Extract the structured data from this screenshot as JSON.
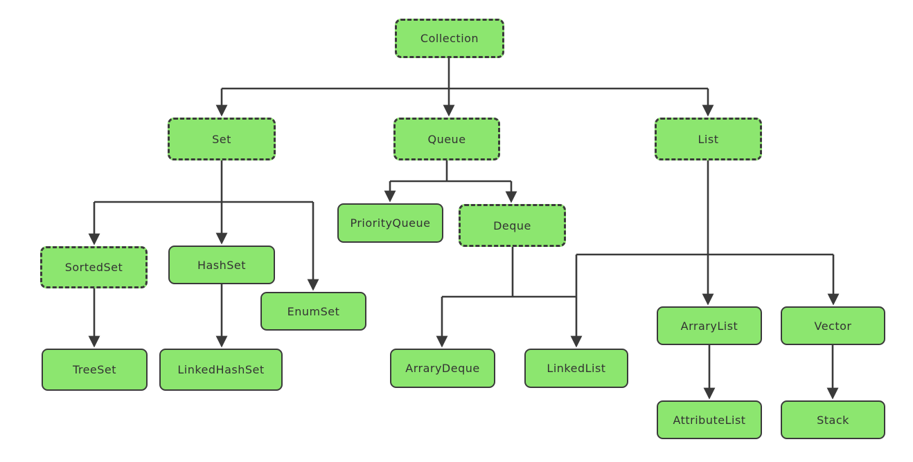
{
  "diagram": {
    "type": "hierarchy",
    "nodes": [
      {
        "id": "collection",
        "label": "Collection",
        "kind": "interface"
      },
      {
        "id": "set",
        "label": "Set",
        "kind": "interface"
      },
      {
        "id": "queue",
        "label": "Queue",
        "kind": "interface"
      },
      {
        "id": "list",
        "label": "List",
        "kind": "interface"
      },
      {
        "id": "priorityqueue",
        "label": "PriorityQueue",
        "kind": "class"
      },
      {
        "id": "deque",
        "label": "Deque",
        "kind": "interface"
      },
      {
        "id": "sortedset",
        "label": "SortedSet",
        "kind": "interface"
      },
      {
        "id": "hashset",
        "label": "HashSet",
        "kind": "class"
      },
      {
        "id": "enumset",
        "label": "EnumSet",
        "kind": "class"
      },
      {
        "id": "treeset",
        "label": "TreeSet",
        "kind": "class"
      },
      {
        "id": "linkedhashset",
        "label": "LinkedHashSet",
        "kind": "class"
      },
      {
        "id": "arrarydeque",
        "label": "ArraryDeque",
        "kind": "class"
      },
      {
        "id": "linkedlist",
        "label": "LinkedList",
        "kind": "class"
      },
      {
        "id": "arrarylist",
        "label": "ArraryList",
        "kind": "class"
      },
      {
        "id": "vector",
        "label": "Vector",
        "kind": "class"
      },
      {
        "id": "attributelist",
        "label": "AttributeList",
        "kind": "class"
      },
      {
        "id": "stack",
        "label": "Stack",
        "kind": "class"
      }
    ],
    "edges": [
      {
        "from": "Collection",
        "to": "Set"
      },
      {
        "from": "Collection",
        "to": "Queue"
      },
      {
        "from": "Collection",
        "to": "List"
      },
      {
        "from": "Set",
        "to": "SortedSet"
      },
      {
        "from": "Set",
        "to": "HashSet"
      },
      {
        "from": "Set",
        "to": "EnumSet"
      },
      {
        "from": "Queue",
        "to": "PriorityQueue"
      },
      {
        "from": "Queue",
        "to": "Deque"
      },
      {
        "from": "Deque",
        "to": "ArraryDeque"
      },
      {
        "from": "Deque",
        "to": "LinkedList"
      },
      {
        "from": "List",
        "to": "LinkedList"
      },
      {
        "from": "List",
        "to": "ArraryList"
      },
      {
        "from": "List",
        "to": "Vector"
      },
      {
        "from": "SortedSet",
        "to": "TreeSet"
      },
      {
        "from": "HashSet",
        "to": "LinkedHashSet"
      },
      {
        "from": "ArraryList",
        "to": "AttributeList"
      },
      {
        "from": "Vector",
        "to": "Stack"
      }
    ],
    "colors": {
      "node_fill": "#8ce66f",
      "node_border": "#3a3a3a",
      "line": "#3a3a3a",
      "text": "#333333",
      "background": "#ffffff"
    }
  }
}
